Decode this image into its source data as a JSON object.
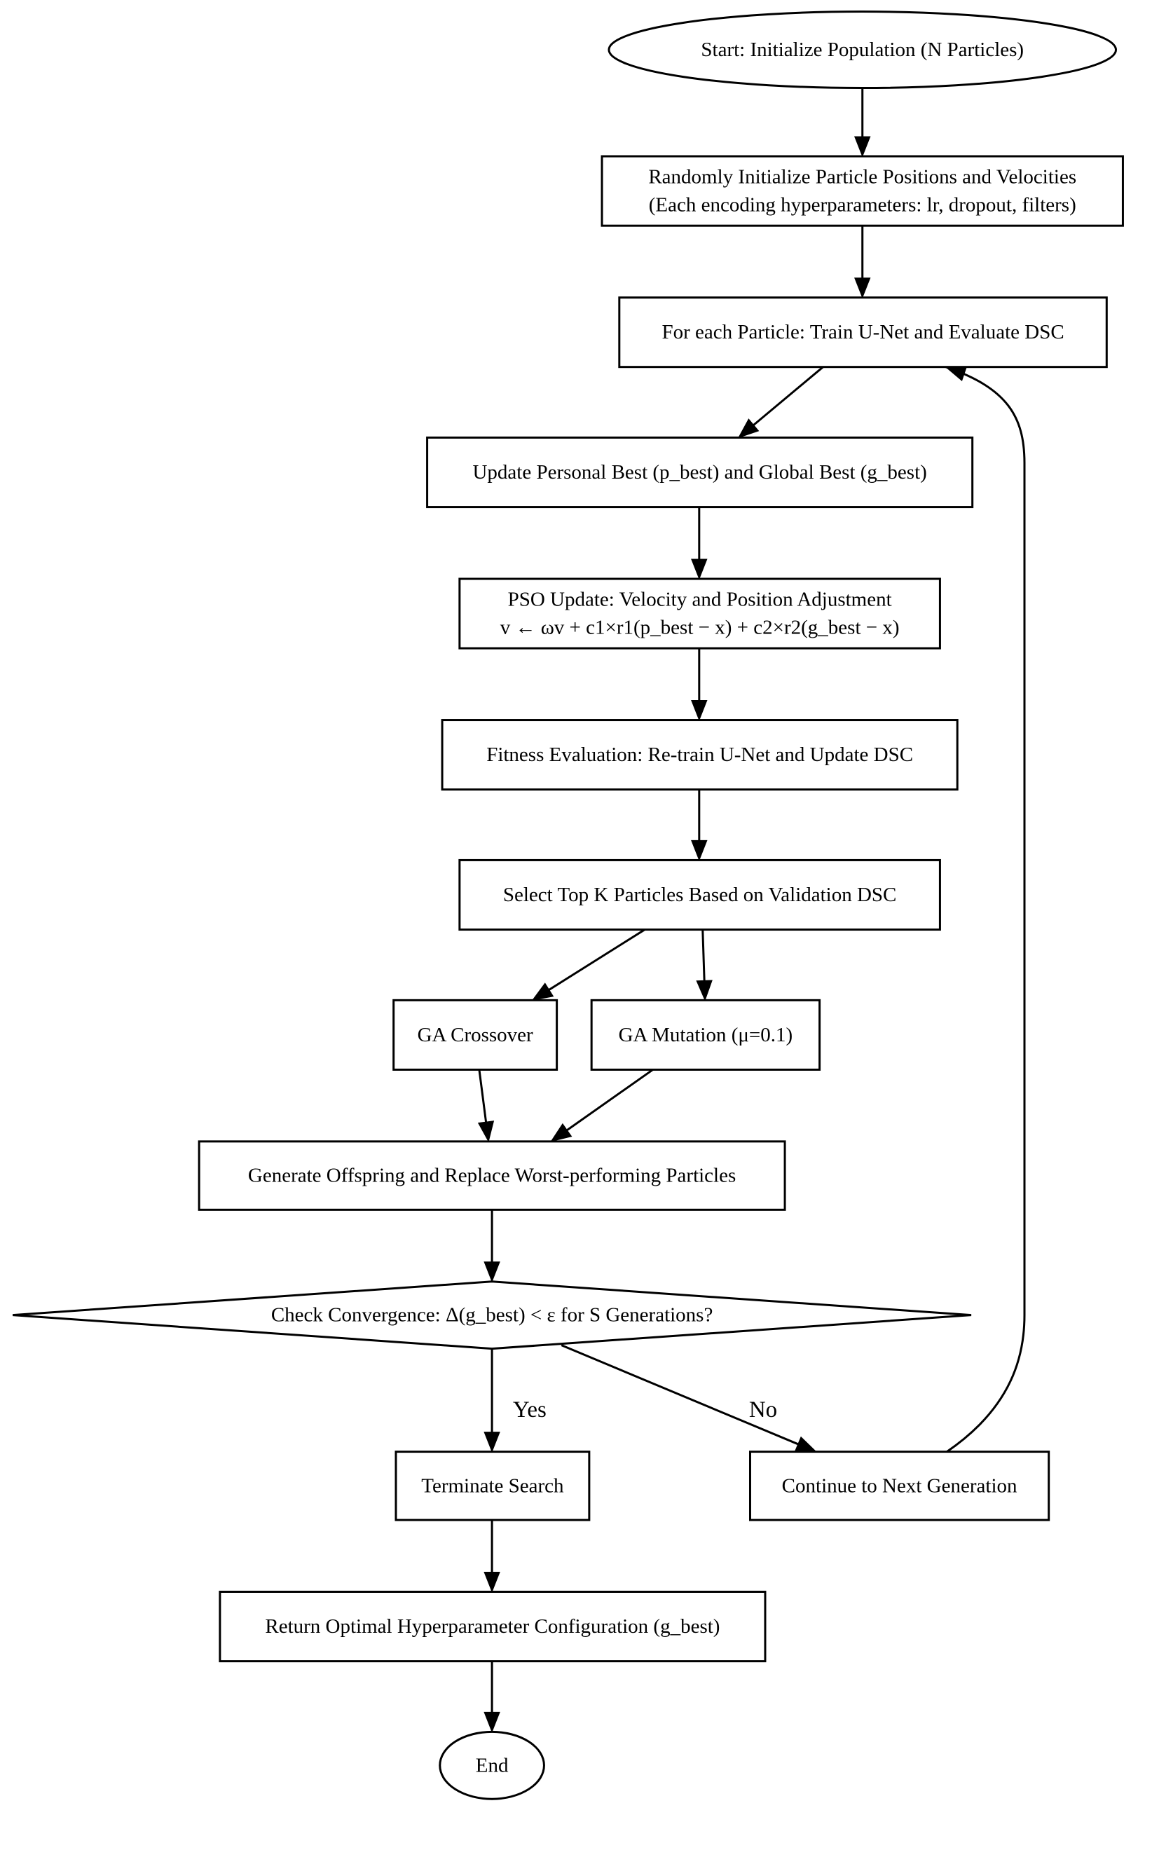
{
  "nodes": {
    "start": {
      "text": [
        "Start: Initialize Population (N Particles)"
      ]
    },
    "init": {
      "text": [
        "Randomly Initialize Particle Positions and Velocities",
        "(Each encoding hyperparameters: lr, dropout, filters)"
      ]
    },
    "train": {
      "text": [
        "For each Particle: Train U-Net and Evaluate DSC"
      ]
    },
    "update_best": {
      "text": [
        "Update Personal Best (p_best) and Global Best (g_best)"
      ]
    },
    "pso": {
      "text": [
        "PSO Update: Velocity and Position Adjustment",
        "v ← ωv + c1×r1(p_best − x) + c2×r2(g_best − x)"
      ]
    },
    "fitness": {
      "text": [
        "Fitness Evaluation: Re-train U-Net and Update DSC"
      ]
    },
    "select": {
      "text": [
        "Select Top K Particles Based on Validation DSC"
      ]
    },
    "crossover": {
      "text": [
        "GA Crossover"
      ]
    },
    "mutation": {
      "text": [
        "GA Mutation (μ=0.1)"
      ]
    },
    "offspring": {
      "text": [
        "Generate Offspring and Replace Worst-performing Particles"
      ]
    },
    "converge": {
      "text": [
        "Check Convergence: Δ(g_best) < ε for S Generations?"
      ]
    },
    "terminate": {
      "text": [
        "Terminate Search"
      ]
    },
    "continue": {
      "text": [
        "Continue to Next Generation"
      ]
    },
    "return": {
      "text": [
        "Return Optimal Hyperparameter Configuration (g_best)"
      ]
    },
    "end": {
      "text": [
        "End"
      ]
    }
  },
  "edge_labels": {
    "yes": "Yes",
    "no": "No"
  }
}
